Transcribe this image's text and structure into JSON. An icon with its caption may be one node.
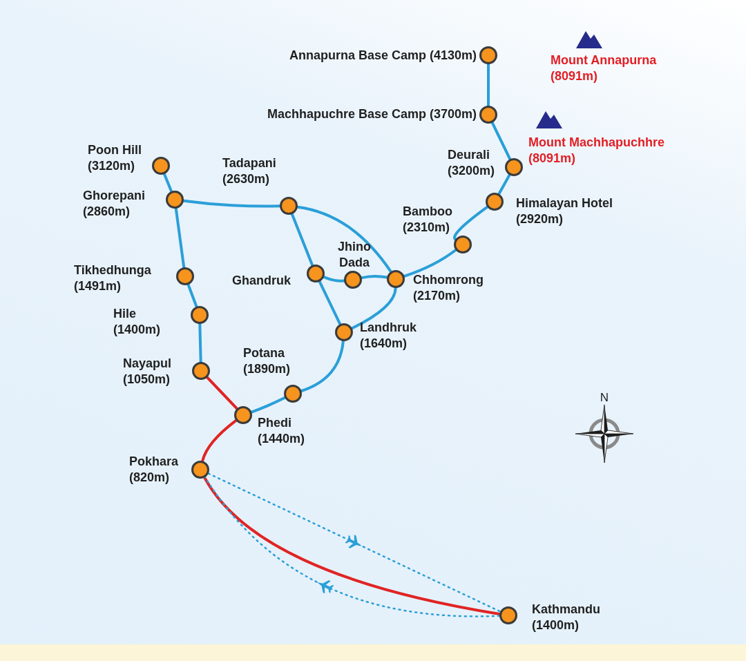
{
  "diagram": {
    "nodes": [
      {
        "text": [],
        "shape": "circle",
        "beside": [
          "Annapurna Base Camp (4130m)"
        ]
      },
      {
        "text": [],
        "shape": "circle",
        "beside": [
          "Machhapuchre Base Camp (3700m)"
        ]
      },
      {
        "text": [],
        "shape": "circle",
        "beside": [
          "Poon Hill (3120m)"
        ]
      },
      {
        "text": [],
        "shape": "circle",
        "beside": [
          "Tadapani (2630m)"
        ]
      },
      {
        "text": [],
        "shape": "circle",
        "beside": [
          "Deurali (3200m)"
        ]
      },
      {
        "text": [],
        "shape": "circle",
        "beside": [
          "Ghorepani (2860m)"
        ]
      },
      {
        "text": [],
        "shape": "circle",
        "beside": [
          "Himalayan Hotel (2920m)"
        ]
      },
      {
        "text": [],
        "shape": "circle",
        "beside": [
          "Bamboo (2310m)"
        ]
      },
      {
        "text": [],
        "shape": "circle",
        "beside": [
          "Jhino Dada"
        ]
      },
      {
        "text": [],
        "shape": "circle",
        "beside": [
          "Tikhedhunga (1491m)"
        ]
      },
      {
        "text": [],
        "shape": "circle",
        "beside": [
          "Ghandruk"
        ]
      },
      {
        "text": [],
        "shape": "circle",
        "beside": [
          "Chhomrong (2170m)"
        ]
      },
      {
        "text": [],
        "shape": "circle",
        "beside": [
          "Hile (1400m)"
        ]
      },
      {
        "text": [],
        "shape": "circle",
        "beside": [
          "Landhruk (1640m)"
        ]
      },
      {
        "text": [],
        "shape": "circle",
        "beside": [
          "Nayapul (1050m)"
        ]
      },
      {
        "text": [],
        "shape": "circle",
        "beside": [
          "Potana (1890m)"
        ]
      },
      {
        "text": [],
        "shape": "circle",
        "beside": [
          "Phedi (1440m)"
        ]
      },
      {
        "text": [],
        "shape": "circle",
        "beside": [
          "Pokhara (820m)"
        ]
      },
      {
        "text": [],
        "shape": "circle",
        "beside": [
          "Kathmandu (1400m)"
        ]
      }
    ],
    "edges": [
      {
        "from": 0,
        "to": 1,
        "arrow": "none"
      },
      {
        "from": 1,
        "to": 4,
        "arrow": "none"
      },
      {
        "from": 4,
        "to": 6,
        "arrow": "none"
      },
      {
        "from": 6,
        "to": 7,
        "arrow": "none"
      },
      {
        "from": 7,
        "to": 11,
        "arrow": "none"
      },
      {
        "from": 2,
        "to": 5,
        "arrow": "none"
      },
      {
        "from": 5,
        "to": 3,
        "arrow": "none"
      },
      {
        "from": 5,
        "to": 9,
        "arrow": "none"
      },
      {
        "from": 9,
        "to": 12,
        "arrow": "none"
      },
      {
        "from": 12,
        "to": 14,
        "arrow": "none"
      },
      {
        "from": 3,
        "to": 10,
        "arrow": "none"
      },
      {
        "from": 3,
        "to": 11,
        "arrow": "none"
      },
      {
        "from": 10,
        "to": 8,
        "arrow": "none"
      },
      {
        "from": 8,
        "to": 11,
        "arrow": "none"
      },
      {
        "from": 10,
        "to": 13,
        "arrow": "none"
      },
      {
        "from": 11,
        "to": 13,
        "arrow": "none"
      },
      {
        "from": 13,
        "to": 15,
        "arrow": "none"
      },
      {
        "from": 15,
        "to": 16,
        "arrow": "none"
      },
      {
        "from": 14,
        "to": 16,
        "arrow": "none",
        "color": "#e02424"
      },
      {
        "from": 16,
        "to": 17,
        "arrow": "none",
        "color": "#e02424"
      },
      {
        "from": 17,
        "to": 18,
        "arrow": "none",
        "color": "#e02424"
      },
      {
        "from": 17,
        "to": 18,
        "arrow": "none",
        "style": "dashed"
      },
      {
        "from": 18,
        "to": 17,
        "arrow": "none",
        "style": "dashed"
      }
    ],
    "labels": [
      "Mount Annapurna (8091m)",
      "Mount Machhapuchhre (8091m)",
      "N"
    ]
  }
}
